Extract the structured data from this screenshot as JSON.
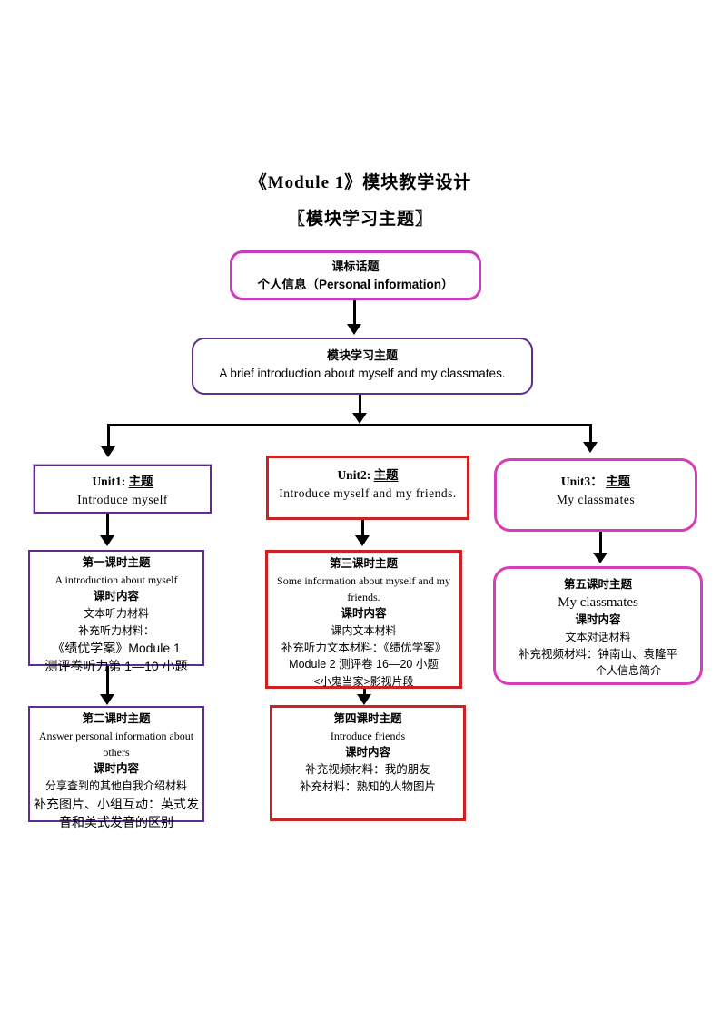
{
  "document": {
    "title": "《Module 1》模块教学设计",
    "subtitle": "〖模块学习主题〗"
  },
  "colors": {
    "magenta_border": "#C93BC5",
    "purple_border": "#5B2E90",
    "red_border": "#CC2222",
    "pink_border": "#D83CB8",
    "arrow": "#000000"
  },
  "flowchart": {
    "standard_topic": {
      "title": "课标话题",
      "body": "个人信息（Personal information）"
    },
    "module_theme": {
      "title": "模块学习主题",
      "body": "A brief introduction about myself and my classmates."
    },
    "units": [
      {
        "label": "Unit1:",
        "topic": "主题",
        "body": "Introduce myself"
      },
      {
        "label": "Unit2:",
        "topic": "主题",
        "body": "Introduce myself and my friends."
      },
      {
        "label": "Unit3：",
        "topic": "主题",
        "body": "My classmates"
      }
    ],
    "lessons": [
      {
        "title": "第一课时主题",
        "theme": "A introduction about myself",
        "content_label": "课时内容",
        "lines": [
          "文本听力材料",
          "补充听力材料：",
          "《绩优学案》Module 1",
          "测评卷听力第 1—10 小题"
        ]
      },
      {
        "title": "第二课时主题",
        "theme": "Answer personal information about others",
        "content_label": "课时内容",
        "lines": [
          "分享查到的其他自我介绍材料",
          "补充图片、小组互动：英式发音和美式发音的区别"
        ]
      },
      {
        "title": "第三课时主题",
        "theme": "Some information about myself and my friends.",
        "content_label": "课时内容",
        "lines": [
          "课内文本材料",
          "补充听力文本材料：《绩优学案》",
          "Module 2 测评卷 16—20 小题",
          "<小鬼当家>影视片段"
        ]
      },
      {
        "title": "第四课时主题",
        "theme": "Introduce friends",
        "content_label": "课时内容",
        "lines": [
          "补充视频材料：我的朋友",
          "补充材料：熟知的人物图片"
        ]
      },
      {
        "title": "第五课时主题",
        "theme": "My classmates",
        "content_label": "课时内容",
        "lines": [
          "文本对话材料",
          "补充视频材料：钟南山、袁隆平",
          "个人信息简介"
        ]
      }
    ]
  }
}
